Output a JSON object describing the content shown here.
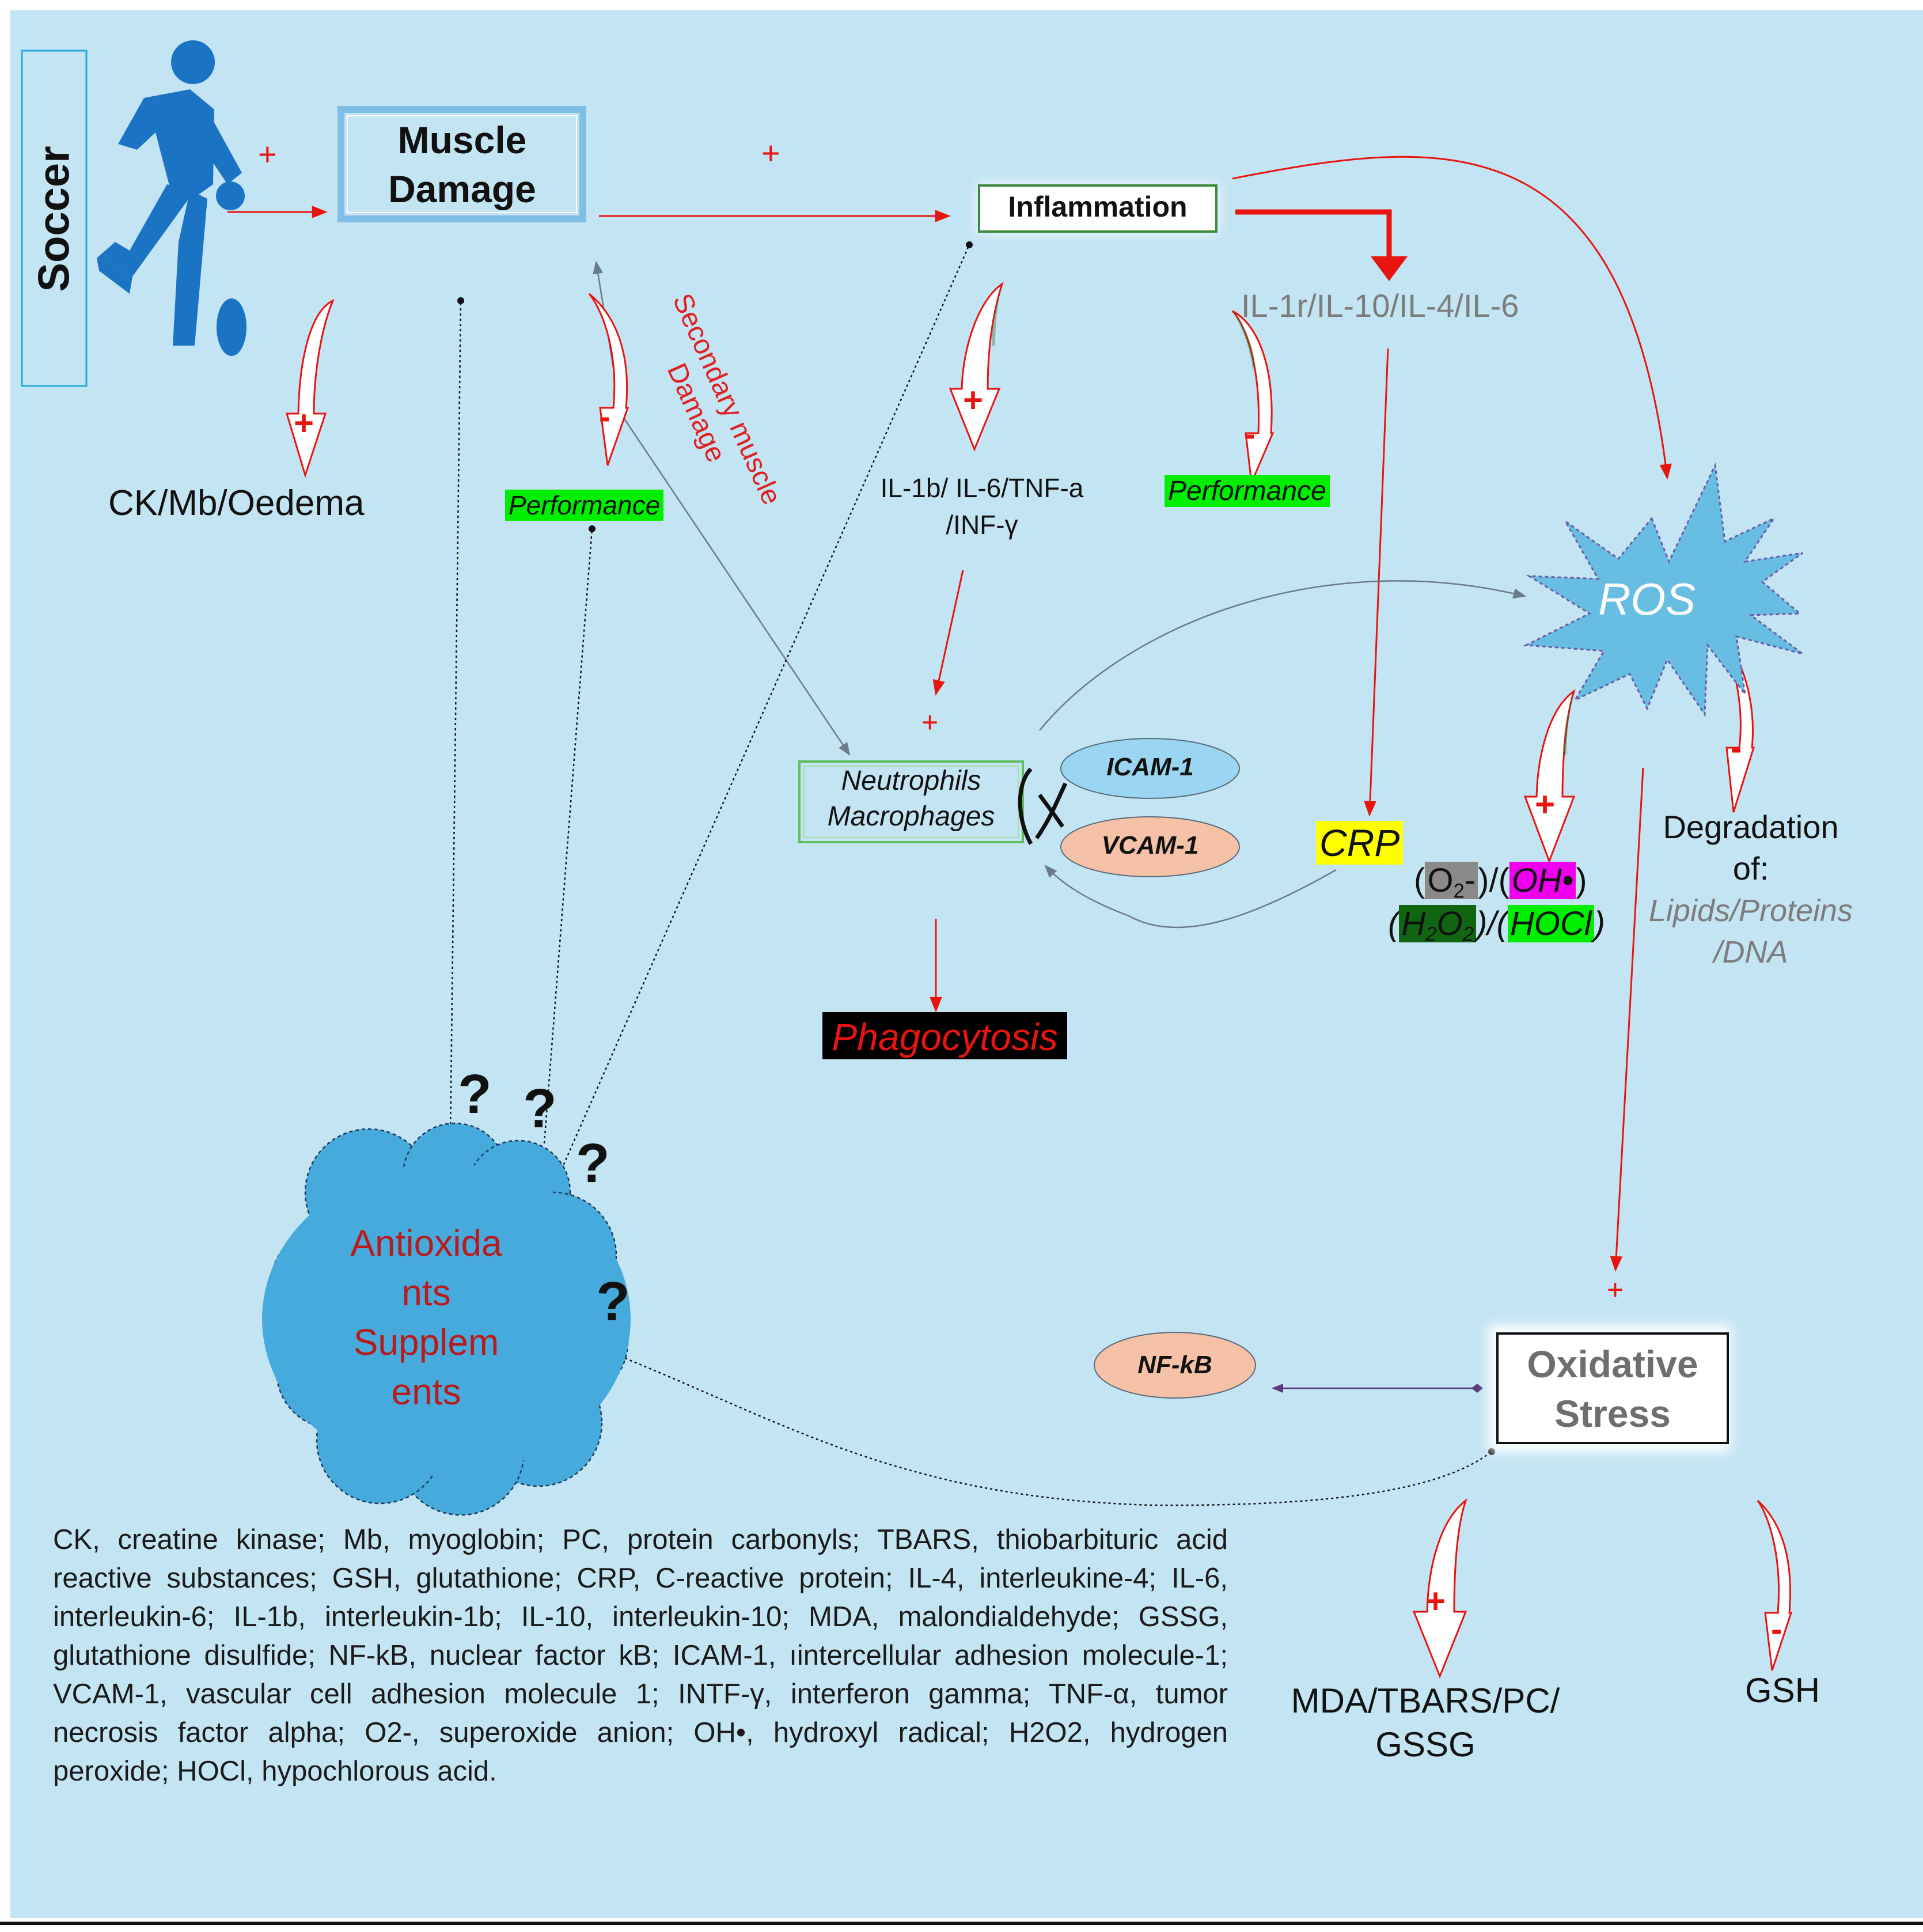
{
  "diagram": {
    "nodes": {
      "soccer": "Soccer",
      "muscle_damage": [
        "Muscle",
        "Damage"
      ],
      "inflammation": "Inflammation",
      "ck_mb_oedema": "CK/Mb/Oedema",
      "performance_1": "Performance",
      "performance_2": "Performance",
      "secondary_damage": [
        "Secondary muscle",
        "Damage"
      ],
      "cytokines_pro": [
        "IL-1b/ IL-6/TNF-a",
        "/INF-γ"
      ],
      "cytokines_anti": "IL-1r/IL-10/IL-4/IL-6",
      "neutrophils": [
        "Neutrophils",
        "Macrophages"
      ],
      "icam": "ICAM-1",
      "vcam": "VCAM-1",
      "phagocytosis": "Phagocytosis",
      "crp": "CRP",
      "ros": "ROS",
      "degradation": [
        "Degradation",
        "of:"
      ],
      "degradation_targets": [
        "Lipids/Proteins",
        "/DNA"
      ],
      "antioxidants": [
        "Antioxida",
        "nts",
        "Supplem",
        "ents"
      ],
      "nfkb": "NF-kB",
      "oxidative_stress": [
        "Oxidative",
        "Stress"
      ],
      "mda": [
        "MDA/TBARS/PC/",
        "GSSG"
      ],
      "gsh": "GSH",
      "question_mark": "?"
    },
    "species": {
      "superoxide": "O2-",
      "hydroxyl": "OH•",
      "h2o2": "H2O2",
      "hocl": "HOCl"
    },
    "signs": {
      "plus": "+",
      "minus": "-"
    },
    "colors": {
      "background": "#c3e4f3",
      "arrow_red": "#e8140f",
      "text_red": "#e02020",
      "highlight_green": "#00ee00",
      "highlight_yellow": "#ffff00",
      "highlight_magenta": "#ee00ee",
      "dark_green": "#116611",
      "grey_box": "#8a8a8a",
      "ros_fill": "#68bde3",
      "cloud_fill": "#47aadc",
      "icam_fill": "#9ad6f2",
      "vcam_fill": "#f5c2a7",
      "player_blue": "#1b73c4"
    },
    "icons": {
      "player": "soccer-player-icon"
    }
  },
  "legend": {
    "text": "CK, creatine kinase; Mb, myoglobin; PC, protein carbonyls; TBARS, thiobarbituric acid reactive substances; GSH, glutathione; CRP, C-reactive protein; IL-4, interleukine-4; IL-6, interleukin-6; IL-1b, interleukin-1b; IL-10, interleukin-10; MDA, malondialdehyde; GSSG, glutathione disulfide; NF-kB, nuclear factor kB; ICAM-1, ıintercellular adhesion molecule-1; VCAM-1, vascular cell adhesion molecule 1; INTF-γ, interferon gamma; TNF-α, tumor necrosis factor alpha; O2-, superoxide anion; OH•, hydroxyl radical; H2O2, hydrogen peroxide; HOCl, hypochlorous acid."
  }
}
